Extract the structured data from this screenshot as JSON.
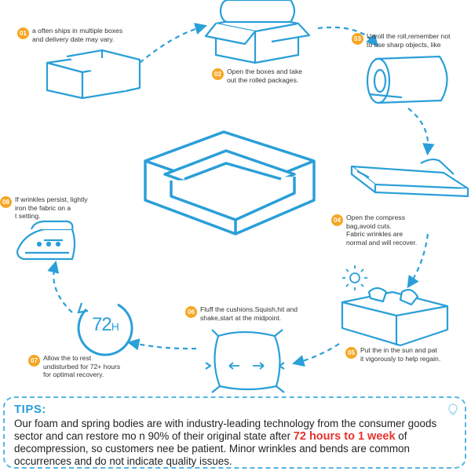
{
  "colors": {
    "accent": "#2a9fd8",
    "badge": "#f5a623",
    "highlight": "#e8322d"
  },
  "steps": [
    {
      "num": "01",
      "text": "     a often ships in multiple boxes\nand delivery date may vary."
    },
    {
      "num": "02",
      "text": "Open the boxes and take\nout the rolled packages."
    },
    {
      "num": "03",
      "text": "Unroll the       roll,remember not\nto use sharp objects, like"
    },
    {
      "num": "04",
      "text": "Open the compress\nbag,avoid cuts.\nFabric wrinkles are\nnormal and will recover."
    },
    {
      "num": "05",
      "text": "Put the       in the sun and pat\nit vigorously to help regain."
    },
    {
      "num": "06",
      "text": "Fluff the cushions.Squish,hit and\nshake,start at the midpoint."
    },
    {
      "num": "07",
      "text": "Allow the       to rest\nundisturbed for 72+ hours\nfor optimal recovery."
    },
    {
      "num": "08",
      "text": "If wrinkles persist, lightly\niron the fabric on a\n       t setting."
    }
  ],
  "timer": {
    "value": "72",
    "unit": "H"
  },
  "tips": {
    "title": "TIPS:",
    "part1": "Our               foam and spring        bodies are               with industry-leading technology from the consumer goods sector and can restore mo        n 90% of their original state after ",
    "highlight": "72 hours to 1 week",
    "part2": " of decompression, so customers nee        be patient. Minor wrinkles and bends are common occurrences and do not indicate quality issues."
  },
  "icons": [
    "boxes-icon",
    "rolled-package-icon",
    "roll-icon",
    "compress-bag-icon",
    "sofa-icon",
    "sun-icon",
    "pillow-icon",
    "timer-icon",
    "iron-icon",
    "lightbulb-icon"
  ]
}
